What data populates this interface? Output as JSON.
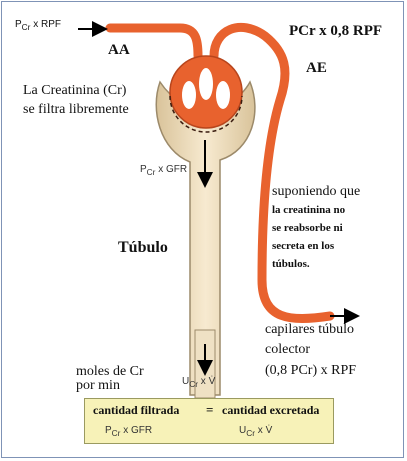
{
  "labels": {
    "pcr_rpf_in": "P<sub>Cr</sub> x RPF",
    "pcr_rpf_out": "PCr x 0,8 RPF",
    "aa": "AA",
    "ae": "AE",
    "creatinina_line1": "La Creatinina (Cr)",
    "creatinina_line2": "se filtra libremente",
    "pcr_gfr": "P<sub>Cr</sub> x GFR",
    "suponiendo_line1": "suponiendo que",
    "suponiendo_line2": "la creatinina no",
    "suponiendo_line3": "se reabsorbe ni",
    "suponiendo_line4": "secreta en los",
    "suponiendo_line5": "túbulos.",
    "tubulo": "Túbulo",
    "capilares_line1": "capilares túbulo",
    "capilares_line2": "colector",
    "capilares_line3": "(0,8 PCr) x RPF",
    "moles_line1": "moles de Cr",
    "moles_line2": "por min",
    "ucr_v": "U<sub>Cr</sub> x V̇"
  },
  "equation_box": {
    "left_title": "cantidad filtrada",
    "equals": "=",
    "right_title": "cantidad excretada",
    "left_formula": "P<sub>Cr</sub> x GFR",
    "right_formula": "U<sub>Cr</sub> x V̇"
  },
  "colors": {
    "vessel": "#e8622e",
    "vessel_dark": "#b8451c",
    "tubule": "#f1e1c2",
    "tubule_edge": "#9c8a6a",
    "box": "#f7f2b8"
  }
}
